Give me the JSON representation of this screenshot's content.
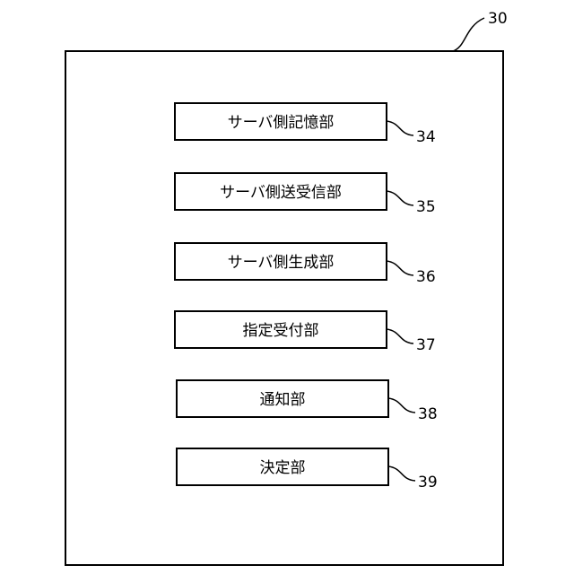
{
  "container": {
    "ref": "30"
  },
  "components": [
    {
      "label": "サーバ側記憶部",
      "ref": "34"
    },
    {
      "label": "サーバ側送受信部",
      "ref": "35"
    },
    {
      "label": "サーバ側生成部",
      "ref": "36"
    },
    {
      "label": "指定受付部",
      "ref": "37"
    },
    {
      "label": "通知部",
      "ref": "38"
    },
    {
      "label": "決定部",
      "ref": "39"
    }
  ]
}
